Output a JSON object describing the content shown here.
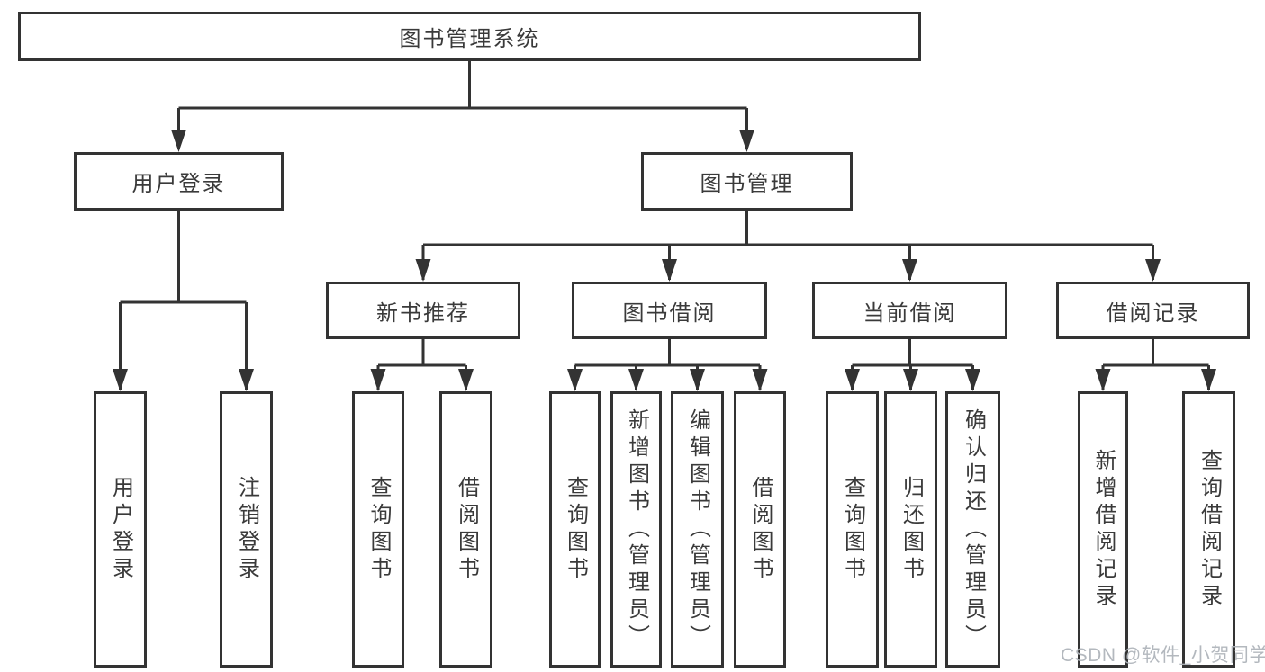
{
  "diagram": {
    "root": {
      "label": "图书管理系统",
      "children": [
        {
          "label": "用户登录",
          "children": [
            {
              "label": "用户登录"
            },
            {
              "label": "注销登录"
            }
          ]
        },
        {
          "label": "图书管理",
          "children": [
            {
              "label": "新书推荐",
              "children": [
                {
                  "label": "查询图书"
                },
                {
                  "label": "借阅图书"
                }
              ]
            },
            {
              "label": "图书借阅",
              "children": [
                {
                  "label": "查询图书"
                },
                {
                  "label": "新增图书（管理员）"
                },
                {
                  "label": "编辑图书（管理员）"
                },
                {
                  "label": "借阅图书"
                }
              ]
            },
            {
              "label": "当前借阅",
              "children": [
                {
                  "label": "查询图书"
                },
                {
                  "label": "归还图书"
                },
                {
                  "label": "确认归还（管理员）"
                }
              ]
            },
            {
              "label": "借阅记录",
              "children": [
                {
                  "label": "新增借阅记录"
                },
                {
                  "label": "查询借阅记录"
                }
              ]
            }
          ]
        }
      ]
    },
    "colors": {
      "line": "#333333",
      "box_border": "#333333",
      "text": "#3a3a3a",
      "background": "#ffffff",
      "watermark": "#afb4ba"
    }
  },
  "watermark": {
    "text": "CSDN @软件_小贺同学"
  }
}
